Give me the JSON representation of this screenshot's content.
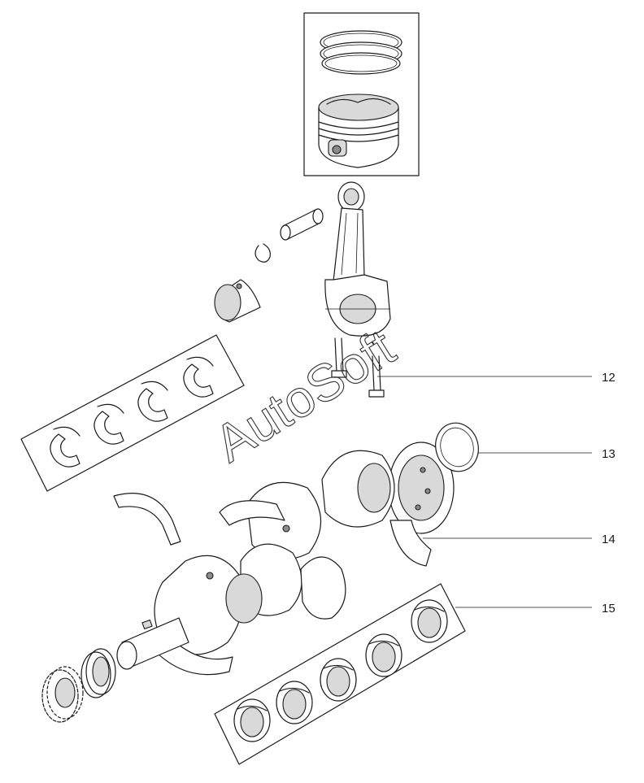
{
  "diagram": {
    "callouts": [
      {
        "id": "callout-12",
        "label": "12"
      },
      {
        "id": "callout-13",
        "label": "13"
      },
      {
        "id": "callout-14",
        "label": "14"
      },
      {
        "id": "callout-15",
        "label": "15"
      }
    ],
    "watermark": "AutoSoft",
    "colors": {
      "line": "#1a1a1a",
      "shade": "#d9d9d9",
      "background": "#ffffff"
    }
  }
}
